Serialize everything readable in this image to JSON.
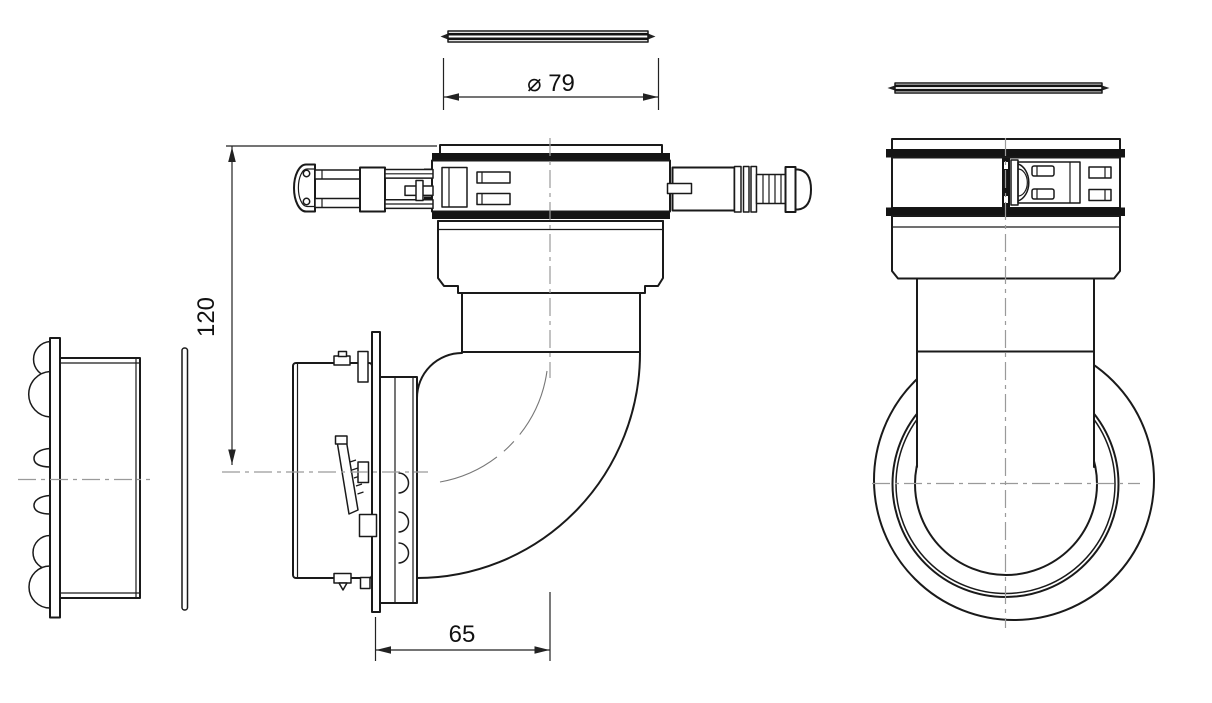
{
  "drawing": {
    "background": "#ffffff",
    "outline_color": "#1a1a1a",
    "centerline_color": "#9a9a9a",
    "dimensions": {
      "diameter_label": "⌀ 79",
      "height_label": "120",
      "offset_label": "65"
    }
  }
}
